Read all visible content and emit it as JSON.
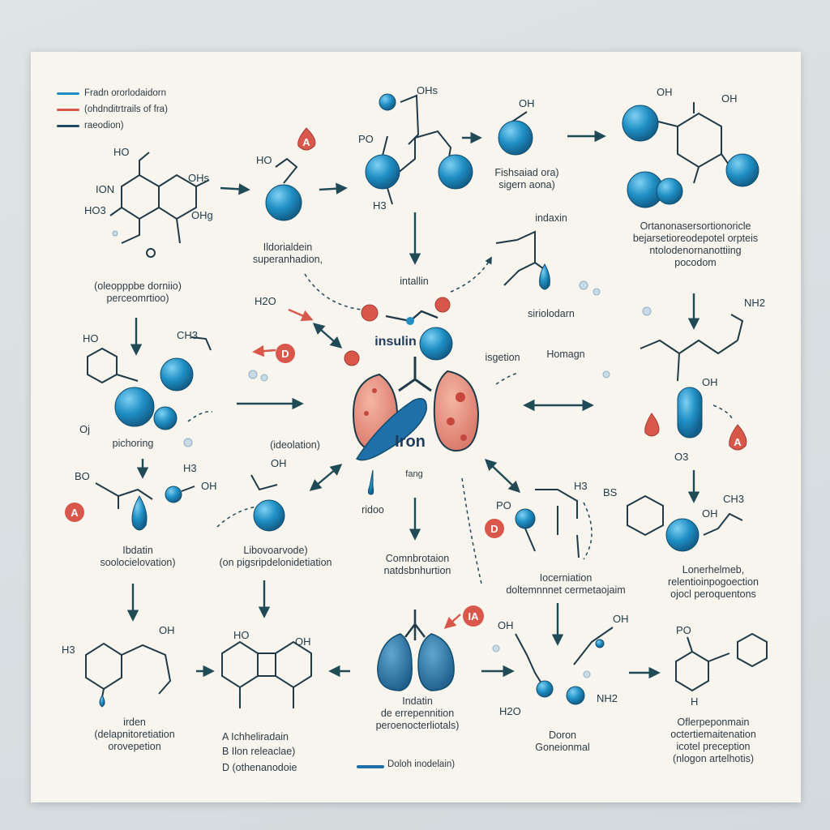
{
  "legend": [
    {
      "label": "Fradn ororlodaidorn",
      "color": "#1f8fc4"
    },
    {
      "label": "(ohdnditrtrails of fra)",
      "color": "#d9574a"
    },
    {
      "label": "raeodion)",
      "color": "#1f4a66"
    }
  ],
  "labels": {
    "center_insulin": "insulin",
    "center_insulin_chip": "insulin",
    "center_iron": "Iron",
    "center_iron_sub": "fang",
    "insulin_top": "intallin",
    "indaxin": "indaxin",
    "siriolodarn": "siriolodarn",
    "isgetion": "isgetion",
    "homagn": "Homagn",
    "fishsaid": "Fishsaiad ora)\nsigern aona)",
    "ildoridein": "Ildorialdein\nsuperanhadion,",
    "oleoppbe": "(oleopppbe dorniio)\nperceomrtioo)",
    "ortanone": "Ortanonasersortionoricle\nbejarsetioreodepotel orpteis\nntolodenornanottiing\npocodom",
    "pichoring": "pichoring",
    "ideolation": "(ideolation)",
    "ridoo": "ridoo",
    "ibdatin": "Ibdatin\nsoolocielovation)",
    "liboratvode": "Libovoarvode)\n(on pigsripdelonidetiation",
    "combrotion": "Comnbrotaion\nnatdsbnhurtion",
    "iocenation": "Iocerniation\ndoltemnnnet cermetaojaim",
    "lonerhel": "Lonerhelmeb,\nrelentioinpogoection\nojocl peroquentons",
    "irden": "irden\n(delapnitoretiation\norovepetion",
    "list_a": "A  Ichheliradain",
    "list_b": "B  Ilon releaclae)",
    "list_c": "D  (othenanodoie",
    "indatin": "Indatin\nde errepennition\nperoenocterliotals)",
    "doloh": "Doloh inodelain)",
    "doron": "Doron\nGoneionmal",
    "ofleorp": "Oflerpeponmain\noctertiemaitenation\nicotel preception\n(nlogon artelhotis)"
  },
  "badges": {
    "a": "A",
    "d": "D",
    "ia": "IA"
  },
  "chem": {
    "ho": "HO",
    "ion": "ION",
    "ho3": "HO3",
    "oh": "OH",
    "ohs": "OHs",
    "ohg": "OHg",
    "h2o": "H2O",
    "o3": "O3",
    "nh2": "NH2",
    "h3": "H3",
    "bo": "BO",
    "bs": "BS",
    "po": "PO",
    "ch3": "CH3",
    "h": "H",
    "o": "O",
    "oh_h": "OH",
    "o_j": "Oj"
  }
}
